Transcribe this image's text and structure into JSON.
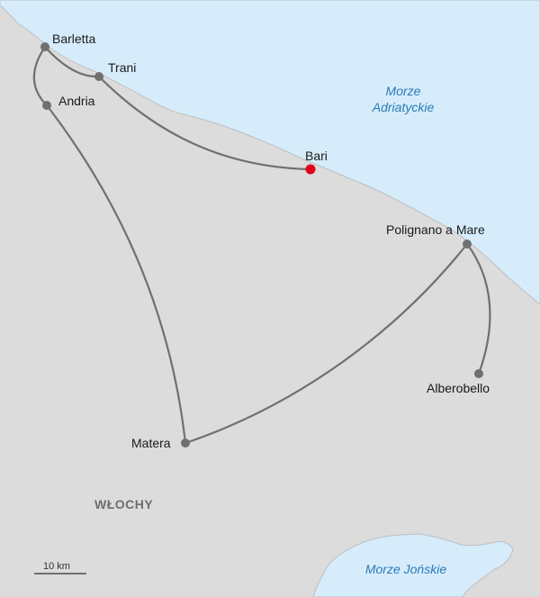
{
  "colors": {
    "land": "#dcdcdc",
    "sea": "#d6ecfb",
    "coast": "#bfbfbf",
    "route": "#707070",
    "city_marker": "#707070",
    "highlight_marker": "#e3001b",
    "sea_text": "#2a7ab8"
  },
  "seas": {
    "adriatic": {
      "line1": "Morze",
      "line2": "Adriatyckie"
    },
    "ionian": {
      "label": "Morze Jońskie"
    }
  },
  "country": {
    "label": "WŁOCHY"
  },
  "scale_bar": {
    "label": "10 km"
  },
  "cities": {
    "barletta": {
      "label": "Barletta",
      "highlight": false
    },
    "trani": {
      "label": "Trani",
      "highlight": false
    },
    "andria": {
      "label": "Andria",
      "highlight": false
    },
    "bari": {
      "label": "Bari",
      "highlight": true
    },
    "polignano": {
      "label": "Polignano a Mare",
      "highlight": false
    },
    "alberobello": {
      "label": "Alberobello",
      "highlight": false
    },
    "matera": {
      "label": "Matera",
      "highlight": false
    }
  }
}
